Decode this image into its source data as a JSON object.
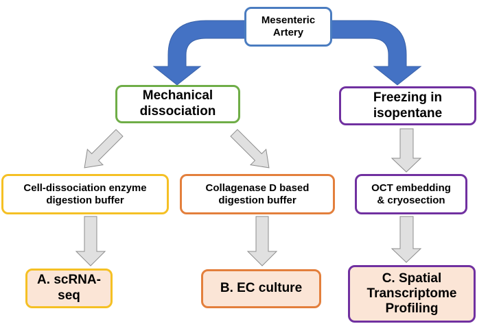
{
  "diagram": {
    "type": "flowchart",
    "nodes": {
      "root": {
        "label": "Mesenteric\nArtery",
        "border_color": "#4a7cc0"
      },
      "mechanical": {
        "label": "Mechanical\ndissociation",
        "border_color": "#6fad47"
      },
      "freezing": {
        "label": "Freezing in\nisopentane",
        "border_color": "#7030a0"
      },
      "cell_dissociation": {
        "label": "Cell-dissociation enzyme\ndigestion buffer",
        "border_color": "#f5c024"
      },
      "collagenase": {
        "label": "Collagenase D based\ndigestion buffer",
        "border_color": "#e37f3c"
      },
      "oct": {
        "label": "OCT embedding\n& cryosection",
        "border_color": "#7030a0"
      },
      "out_a": {
        "label": "A. scRNA-seq",
        "border_color": "#f5c024",
        "fill": "#fbe5d6"
      },
      "out_b": {
        "label": "B. EC culture",
        "border_color": "#e37f3c",
        "fill": "#fbe5d6"
      },
      "out_c": {
        "label": "C. Spatial\nTranscriptome\nProfiling",
        "border_color": "#7030a0",
        "fill": "#fbe5d6"
      }
    },
    "edges": [
      {
        "from": "root",
        "to": "mechanical",
        "style": "curved-blue"
      },
      {
        "from": "root",
        "to": "freezing",
        "style": "curved-blue"
      },
      {
        "from": "mechanical",
        "to": "cell_dissociation",
        "style": "block-gray"
      },
      {
        "from": "mechanical",
        "to": "collagenase",
        "style": "block-gray"
      },
      {
        "from": "freezing",
        "to": "oct",
        "style": "block-gray"
      },
      {
        "from": "cell_dissociation",
        "to": "out_a",
        "style": "block-gray"
      },
      {
        "from": "collagenase",
        "to": "out_b",
        "style": "block-gray"
      },
      {
        "from": "oct",
        "to": "out_c",
        "style": "block-gray"
      }
    ],
    "colors": {
      "curved_arrow": "#4472c4",
      "block_arrow_fill": "#e0e0e0",
      "block_arrow_stroke": "#8c8c8c"
    }
  }
}
